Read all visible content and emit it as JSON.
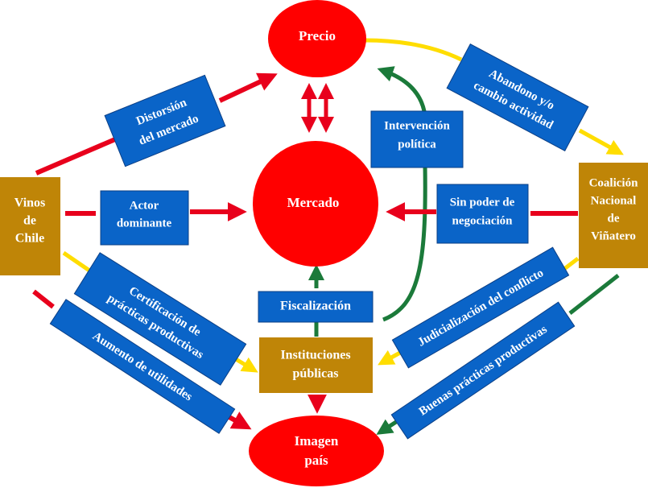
{
  "title": "Vinos de Chile / Coalición Nacional de Viñatero conflict diagram",
  "colors": {
    "node_red": "#ff0000",
    "box_blue": "#0a64c8",
    "actor_gold": "#bf8507",
    "arrow_red": "#e8001c",
    "arrow_yellow": "#ffdd00",
    "arrow_green": "#1b7a3a",
    "text": "#ffffff"
  },
  "nodes": {
    "precio": {
      "label": [
        "Precio"
      ],
      "shape": "ellipse"
    },
    "mercado": {
      "label": [
        "Mercado"
      ],
      "shape": "circle"
    },
    "imagen_pais": {
      "label": [
        "Imagen",
        "país"
      ],
      "shape": "ellipse"
    },
    "vinos_de_chile": {
      "label": [
        "Vinos",
        "de",
        "Chile"
      ],
      "shape": "actor"
    },
    "coalicion": {
      "label": [
        "Coalición",
        "Nacional",
        "de",
        "Viñatero"
      ],
      "shape": "actor"
    },
    "instituciones": {
      "label": [
        "Instituciones",
        "públicas"
      ],
      "shape": "actor"
    }
  },
  "labels": {
    "distorsion": [
      "Distorsión",
      "del mercado"
    ],
    "actor_dominante": [
      "Actor",
      "dominante"
    ],
    "intervencion": [
      "Intervención",
      "política"
    ],
    "abandono": [
      "Abandono y/o",
      "cambio actividad"
    ],
    "sin_poder": [
      "Sin poder de",
      "negociación"
    ],
    "fiscalizacion": [
      "Fiscalización"
    ],
    "certificacion": [
      "Certificación de",
      "prácticas productivas"
    ],
    "aumento": [
      "Aumento de utilidades"
    ],
    "judicializacion": [
      "Judicialización del conflicto"
    ],
    "buenas_practicas": [
      "Buenas prácticas productivas"
    ]
  },
  "edges": [
    {
      "from": "Vinos de Chile",
      "to": "Precio",
      "via": "Distorsión del mercado",
      "color": "red"
    },
    {
      "from": "Vinos de Chile",
      "to": "Mercado",
      "via": "Actor dominante",
      "color": "red"
    },
    {
      "from": "Precio",
      "to": "Mercado",
      "via": "",
      "color": "red",
      "bidirectional": true
    },
    {
      "from": "Instituciones públicas",
      "to": "Precio",
      "via": "Intervención política",
      "color": "green"
    },
    {
      "from": "Precio",
      "to": "Coalición Nacional de Viñatero",
      "via": "Abandono y/o cambio actividad",
      "color": "yellow"
    },
    {
      "from": "Coalición Nacional de Viñatero",
      "to": "Mercado",
      "via": "Sin poder de negociación",
      "color": "red"
    },
    {
      "from": "Instituciones públicas",
      "to": "Mercado",
      "via": "Fiscalización",
      "color": "green"
    },
    {
      "from": "Vinos de Chile",
      "to": "Instituciones públicas",
      "via": "Certificación de prácticas productivas",
      "color": "yellow"
    },
    {
      "from": "Vinos de Chile",
      "to": "Imagen país",
      "via": "Aumento de utilidades",
      "color": "red"
    },
    {
      "from": "Coalición Nacional de Viñatero",
      "to": "Instituciones públicas",
      "via": "Judicialización del conflicto",
      "color": "yellow"
    },
    {
      "from": "Coalición Nacional de Viñatero",
      "to": "Imagen país",
      "via": "Buenas prácticas productivas",
      "color": "green"
    },
    {
      "from": "Instituciones públicas",
      "to": "Imagen país",
      "via": "",
      "color": "red"
    }
  ]
}
